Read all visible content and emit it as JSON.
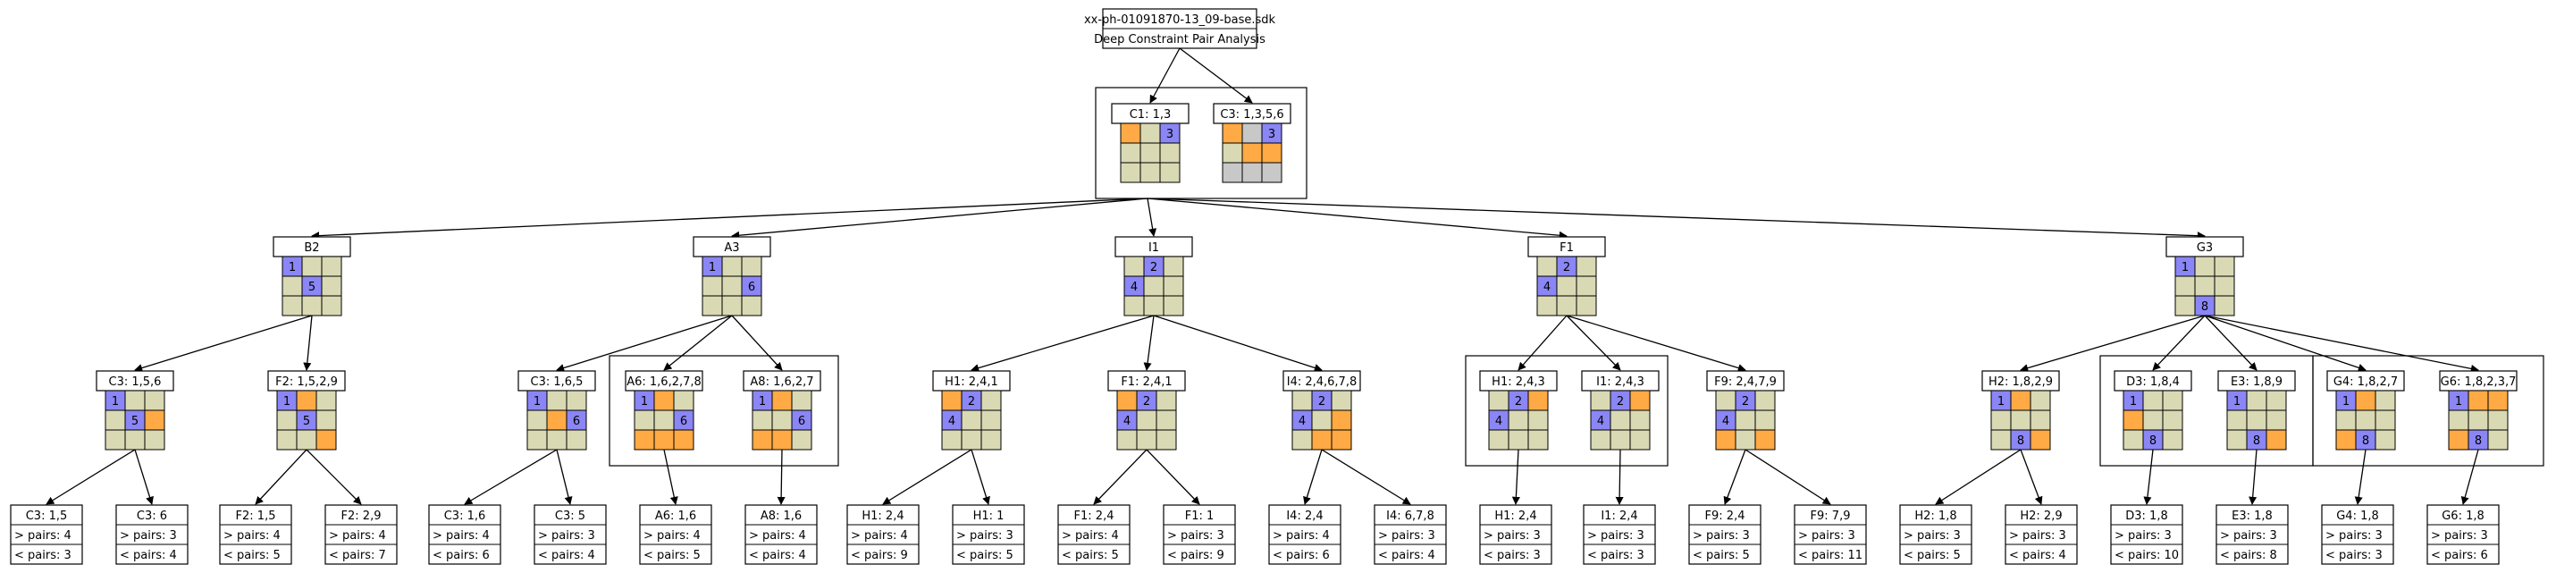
{
  "palette": {
    "empty": "#d9d9b4",
    "given": "#8b86f5",
    "candidate": "#ffaa44",
    "blocked": "#c8c8c8"
  },
  "header": {
    "file": "xx-ph-01091870-13_09-base.sdk",
    "subtitle": "Deep Constraint Pair Analysis"
  },
  "nodes": [
    {
      "id": "c1",
      "label": "C1: 1,3",
      "grid": [
        [
          "o",
          "e",
          "b"
        ],
        [
          "e",
          "e",
          "e"
        ],
        [
          "e",
          "e",
          "e"
        ]
      ],
      "nums": [
        "",
        "",
        "3",
        "",
        "",
        "",
        "",
        "",
        ""
      ]
    },
    {
      "id": "c3root",
      "label": "C3: 1,3,5,6",
      "grid": [
        [
          "o",
          "g",
          "b"
        ],
        [
          "e",
          "o",
          "o"
        ],
        [
          "g",
          "g",
          "g"
        ]
      ],
      "nums": [
        "",
        "",
        "3",
        "",
        "",
        "",
        "",
        "",
        ""
      ]
    },
    {
      "id": "b2",
      "label": "B2",
      "grid": [
        [
          "b",
          "e",
          "e"
        ],
        [
          "e",
          "b",
          "e"
        ],
        [
          "e",
          "e",
          "e"
        ]
      ],
      "nums": [
        "1",
        "",
        "",
        "",
        "5",
        "",
        "",
        "",
        ""
      ]
    },
    {
      "id": "a3",
      "label": "A3",
      "grid": [
        [
          "b",
          "e",
          "e"
        ],
        [
          "e",
          "e",
          "b"
        ],
        [
          "e",
          "e",
          "e"
        ]
      ],
      "nums": [
        "1",
        "",
        "",
        "",
        "",
        "6",
        "",
        "",
        ""
      ]
    },
    {
      "id": "i1",
      "label": "I1",
      "grid": [
        [
          "e",
          "b",
          "e"
        ],
        [
          "b",
          "e",
          "e"
        ],
        [
          "e",
          "e",
          "e"
        ]
      ],
      "nums": [
        "",
        "2",
        "",
        "4",
        "",
        "",
        "",
        "",
        ""
      ]
    },
    {
      "id": "f1",
      "label": "F1",
      "grid": [
        [
          "e",
          "b",
          "e"
        ],
        [
          "b",
          "e",
          "e"
        ],
        [
          "e",
          "e",
          "e"
        ]
      ],
      "nums": [
        "",
        "2",
        "",
        "4",
        "",
        "",
        "",
        "",
        ""
      ]
    },
    {
      "id": "g3",
      "label": "G3",
      "grid": [
        [
          "b",
          "e",
          "e"
        ],
        [
          "e",
          "e",
          "e"
        ],
        [
          "e",
          "b",
          "e"
        ]
      ],
      "nums": [
        "1",
        "",
        "",
        "",
        "",
        "",
        "",
        "8",
        ""
      ]
    },
    {
      "id": "b2c3",
      "label": "C3: 1,5,6",
      "grid": [
        [
          "b",
          "e",
          "e"
        ],
        [
          "e",
          "b",
          "o"
        ],
        [
          "e",
          "e",
          "e"
        ]
      ],
      "nums": [
        "1",
        "",
        "",
        "",
        "5",
        "",
        "",
        "",
        ""
      ]
    },
    {
      "id": "b2f2",
      "label": "F2: 1,5,2,9",
      "grid": [
        [
          "b",
          "o",
          "e"
        ],
        [
          "e",
          "b",
          "e"
        ],
        [
          "e",
          "e",
          "o"
        ]
      ],
      "nums": [
        "1",
        "",
        "",
        "",
        "5",
        "",
        "",
        "",
        ""
      ]
    },
    {
      "id": "a3c3",
      "label": "C3: 1,6,5",
      "grid": [
        [
          "b",
          "e",
          "e"
        ],
        [
          "e",
          "o",
          "b"
        ],
        [
          "e",
          "e",
          "e"
        ]
      ],
      "nums": [
        "1",
        "",
        "",
        "",
        "",
        "6",
        "",
        "",
        ""
      ]
    },
    {
      "id": "a3a6",
      "label": "A6: 1,6,2,7,8",
      "grid": [
        [
          "b",
          "o",
          "e"
        ],
        [
          "e",
          "e",
          "b"
        ],
        [
          "o",
          "o",
          "o"
        ]
      ],
      "nums": [
        "1",
        "",
        "",
        "",
        "",
        "6",
        "",
        "",
        ""
      ]
    },
    {
      "id": "a3a8",
      "label": "A8: 1,6,2,7",
      "grid": [
        [
          "b",
          "o",
          "e"
        ],
        [
          "e",
          "e",
          "b"
        ],
        [
          "o",
          "o",
          "e"
        ]
      ],
      "nums": [
        "1",
        "",
        "",
        "",
        "",
        "6",
        "",
        "",
        ""
      ]
    },
    {
      "id": "i1h1",
      "label": "H1: 2,4,1",
      "grid": [
        [
          "o",
          "b",
          "e"
        ],
        [
          "b",
          "e",
          "e"
        ],
        [
          "e",
          "e",
          "e"
        ]
      ],
      "nums": [
        "",
        "2",
        "",
        "4",
        "",
        "",
        "",
        "",
        ""
      ]
    },
    {
      "id": "i1f1",
      "label": "F1: 2,4,1",
      "grid": [
        [
          "o",
          "b",
          "e"
        ],
        [
          "b",
          "e",
          "e"
        ],
        [
          "e",
          "e",
          "e"
        ]
      ],
      "nums": [
        "",
        "2",
        "",
        "4",
        "",
        "",
        "",
        "",
        ""
      ]
    },
    {
      "id": "i1i4",
      "label": "I4: 2,4,6,7,8",
      "grid": [
        [
          "e",
          "b",
          "e"
        ],
        [
          "b",
          "e",
          "o"
        ],
        [
          "e",
          "o",
          "o"
        ]
      ],
      "nums": [
        "",
        "2",
        "",
        "4",
        "",
        "",
        "",
        "",
        ""
      ]
    },
    {
      "id": "f1h1",
      "label": "H1: 2,4,3",
      "grid": [
        [
          "e",
          "b",
          "o"
        ],
        [
          "b",
          "e",
          "e"
        ],
        [
          "e",
          "e",
          "e"
        ]
      ],
      "nums": [
        "",
        "2",
        "",
        "4",
        "",
        "",
        "",
        "",
        ""
      ]
    },
    {
      "id": "f1i1",
      "label": "I1: 2,4,3",
      "grid": [
        [
          "e",
          "b",
          "o"
        ],
        [
          "b",
          "e",
          "e"
        ],
        [
          "e",
          "e",
          "e"
        ]
      ],
      "nums": [
        "",
        "2",
        "",
        "4",
        "",
        "",
        "",
        "",
        ""
      ]
    },
    {
      "id": "f1f9",
      "label": "F9: 2,4,7,9",
      "grid": [
        [
          "e",
          "b",
          "e"
        ],
        [
          "b",
          "e",
          "e"
        ],
        [
          "o",
          "e",
          "o"
        ]
      ],
      "nums": [
        "",
        "2",
        "",
        "4",
        "",
        "",
        "",
        "",
        ""
      ]
    },
    {
      "id": "g3h2",
      "label": "H2: 1,8,2,9",
      "grid": [
        [
          "b",
          "o",
          "e"
        ],
        [
          "e",
          "e",
          "e"
        ],
        [
          "e",
          "b",
          "o"
        ]
      ],
      "nums": [
        "1",
        "",
        "",
        "",
        "",
        "",
        "",
        "8",
        ""
      ]
    },
    {
      "id": "g3d3",
      "label": "D3: 1,8,4",
      "grid": [
        [
          "b",
          "e",
          "e"
        ],
        [
          "o",
          "e",
          "e"
        ],
        [
          "e",
          "b",
          "e"
        ]
      ],
      "nums": [
        "1",
        "",
        "",
        "",
        "",
        "",
        "",
        "8",
        ""
      ]
    },
    {
      "id": "g3e3",
      "label": "E3: 1,8,9",
      "grid": [
        [
          "b",
          "e",
          "e"
        ],
        [
          "e",
          "e",
          "e"
        ],
        [
          "e",
          "b",
          "o"
        ]
      ],
      "nums": [
        "1",
        "",
        "",
        "",
        "",
        "",
        "",
        "8",
        ""
      ]
    },
    {
      "id": "g3g4",
      "label": "G4: 1,8,2,7",
      "grid": [
        [
          "b",
          "o",
          "e"
        ],
        [
          "e",
          "e",
          "e"
        ],
        [
          "o",
          "b",
          "e"
        ]
      ],
      "nums": [
        "1",
        "",
        "",
        "",
        "",
        "",
        "",
        "8",
        ""
      ]
    },
    {
      "id": "g3g6",
      "label": "G6: 1,8,2,3,7",
      "grid": [
        [
          "b",
          "o",
          "o"
        ],
        [
          "e",
          "e",
          "e"
        ],
        [
          "o",
          "b",
          "e"
        ]
      ],
      "nums": [
        "1",
        "",
        "",
        "",
        "",
        "",
        "",
        "8",
        ""
      ]
    }
  ],
  "leaves": [
    {
      "id": "l1",
      "lines": [
        "C3: 1,5",
        "> pairs: 4",
        "< pairs: 3"
      ]
    },
    {
      "id": "l2",
      "lines": [
        "C3: 6",
        "> pairs: 3",
        "< pairs: 4"
      ]
    },
    {
      "id": "l3",
      "lines": [
        "F2: 1,5",
        "> pairs: 4",
        "< pairs: 5"
      ]
    },
    {
      "id": "l4",
      "lines": [
        "F2: 2,9",
        "> pairs: 4",
        "< pairs: 7"
      ]
    },
    {
      "id": "l5",
      "lines": [
        "C3: 1,6",
        "> pairs: 4",
        "< pairs: 6"
      ]
    },
    {
      "id": "l6",
      "lines": [
        "C3: 5",
        "> pairs: 3",
        "< pairs: 4"
      ]
    },
    {
      "id": "l7",
      "lines": [
        "A6: 1,6",
        "> pairs: 4",
        "< pairs: 5"
      ]
    },
    {
      "id": "l8",
      "lines": [
        "A8: 1,6",
        "> pairs: 4",
        "< pairs: 4"
      ]
    },
    {
      "id": "l9",
      "lines": [
        "H1: 2,4",
        "> pairs: 4",
        "< pairs: 9"
      ]
    },
    {
      "id": "l10",
      "lines": [
        "H1: 1",
        "> pairs: 3",
        "< pairs: 5"
      ]
    },
    {
      "id": "l11",
      "lines": [
        "F1: 2,4",
        "> pairs: 4",
        "< pairs: 5"
      ]
    },
    {
      "id": "l12",
      "lines": [
        "F1: 1",
        "> pairs: 3",
        "< pairs: 9"
      ]
    },
    {
      "id": "l13",
      "lines": [
        "I4: 2,4",
        "> pairs: 4",
        "< pairs: 6"
      ]
    },
    {
      "id": "l14",
      "lines": [
        "I4: 6,7,8",
        "> pairs: 3",
        "< pairs: 4"
      ]
    },
    {
      "id": "l15",
      "lines": [
        "H1: 2,4",
        "> pairs: 3",
        "< pairs: 3"
      ]
    },
    {
      "id": "l16",
      "lines": [
        "I1: 2,4",
        "> pairs: 3",
        "< pairs: 3"
      ]
    },
    {
      "id": "l17",
      "lines": [
        "F9: 2,4",
        "> pairs: 3",
        "< pairs: 5"
      ]
    },
    {
      "id": "l18",
      "lines": [
        "F9: 7,9",
        "> pairs: 3",
        "< pairs: 11"
      ]
    },
    {
      "id": "l19",
      "lines": [
        "H2: 1,8",
        "> pairs: 3",
        "< pairs: 5"
      ]
    },
    {
      "id": "l20",
      "lines": [
        "H2: 2,9",
        "> pairs: 3",
        "< pairs: 4"
      ]
    },
    {
      "id": "l21",
      "lines": [
        "D3: 1,8",
        "> pairs: 3",
        "< pairs: 10"
      ]
    },
    {
      "id": "l22",
      "lines": [
        "E3: 1,8",
        "> pairs: 3",
        "< pairs: 8"
      ]
    },
    {
      "id": "l23",
      "lines": [
        "G4: 1,8",
        "> pairs: 3",
        "< pairs: 3"
      ]
    },
    {
      "id": "l24",
      "lines": [
        "G6: 1,8",
        "> pairs: 3",
        "< pairs: 6"
      ]
    }
  ],
  "edges": [
    [
      "header",
      "c1"
    ],
    [
      "header",
      "c3root"
    ],
    [
      "root",
      "b2"
    ],
    [
      "root",
      "a3"
    ],
    [
      "root",
      "i1"
    ],
    [
      "root",
      "f1"
    ],
    [
      "root",
      "g3"
    ],
    [
      "b2",
      "b2c3"
    ],
    [
      "b2",
      "b2f2"
    ],
    [
      "a3",
      "a3c3"
    ],
    [
      "a3",
      "a3a6"
    ],
    [
      "a3",
      "a3a8"
    ],
    [
      "i1",
      "i1h1"
    ],
    [
      "i1",
      "i1f1"
    ],
    [
      "i1",
      "i1i4"
    ],
    [
      "f1",
      "f1h1"
    ],
    [
      "f1",
      "f1i1"
    ],
    [
      "f1",
      "f1f9"
    ],
    [
      "g3",
      "g3h2"
    ],
    [
      "g3",
      "g3d3"
    ],
    [
      "g3",
      "g3e3"
    ],
    [
      "g3",
      "g3g4"
    ],
    [
      "g3",
      "g3g6"
    ],
    [
      "b2c3",
      "l1"
    ],
    [
      "b2c3",
      "l2"
    ],
    [
      "b2f2",
      "l3"
    ],
    [
      "b2f2",
      "l4"
    ],
    [
      "a3c3",
      "l5"
    ],
    [
      "a3c3",
      "l6"
    ],
    [
      "a3a6",
      "l7"
    ],
    [
      "a3a8",
      "l8"
    ],
    [
      "i1h1",
      "l9"
    ],
    [
      "i1h1",
      "l10"
    ],
    [
      "i1f1",
      "l11"
    ],
    [
      "i1f1",
      "l12"
    ],
    [
      "i1i4",
      "l13"
    ],
    [
      "i1i4",
      "l14"
    ],
    [
      "f1h1",
      "l15"
    ],
    [
      "f1i1",
      "l16"
    ],
    [
      "f1f9",
      "l17"
    ],
    [
      "f1f9",
      "l18"
    ],
    [
      "g3h2",
      "l19"
    ],
    [
      "g3h2",
      "l20"
    ],
    [
      "g3d3",
      "l21"
    ],
    [
      "g3e3",
      "l22"
    ],
    [
      "g3g4",
      "l23"
    ],
    [
      "g3g6",
      "l24"
    ]
  ]
}
